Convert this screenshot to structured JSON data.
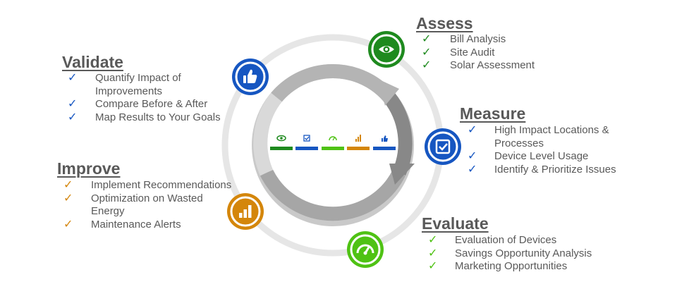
{
  "colors": {
    "assess": "#1e8a1e",
    "measure": "#1656c1",
    "evaluate": "#4fc214",
    "improve": "#d4860b",
    "validate": "#1656c1",
    "text": "#595959",
    "ring_outer": "#e6e6e6",
    "ring_inner": "#a6a6a6"
  },
  "check_glyph": "✓",
  "cycle": {
    "stages": [
      {
        "key": "assess",
        "icon": "eye-icon"
      },
      {
        "key": "measure",
        "icon": "checkbox-icon"
      },
      {
        "key": "evaluate",
        "icon": "gauge-icon"
      },
      {
        "key": "improve",
        "icon": "bar-chart-icon"
      },
      {
        "key": "validate",
        "icon": "thumbs-up-icon"
      }
    ]
  },
  "assess": {
    "title": "Assess",
    "items": [
      "Bill Analysis",
      "Site Audit",
      "Solar Assessment"
    ]
  },
  "measure": {
    "title": "Measure",
    "items": [
      "High Impact Locations & Processes",
      "Device Level Usage",
      "Identify & Prioritize Issues"
    ]
  },
  "evaluate": {
    "title": "Evaluate",
    "items": [
      "Evaluation of Devices",
      "Savings Opportunity Analysis",
      "Marketing Opportunities"
    ]
  },
  "validate": {
    "title": "Validate",
    "items": [
      "Quantify Impact of Improvements",
      "Compare Before & After",
      "Map Results to Your Goals"
    ]
  },
  "improve": {
    "title": "Improve",
    "items": [
      "Implement Recommendations",
      "Optimization on Wasted Energy",
      "Maintenance Alerts"
    ]
  }
}
